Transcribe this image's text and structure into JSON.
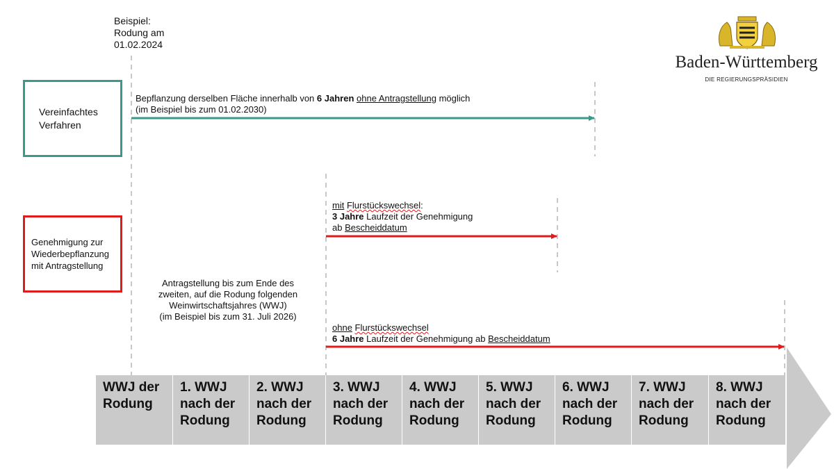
{
  "example": {
    "line1": "Beispiel:",
    "line2": "Rodung am",
    "line3": "01.02.2024"
  },
  "logo": {
    "name": "Baden-Württemberg",
    "subtitle": "DIE REGIERUNGSPRÄSIDIEN"
  },
  "simplified": {
    "box_line1": "Vereinfachtes",
    "box_line2": "Verfahren",
    "ann_pre": "Bepflanzung derselben Fläche innerhalb von ",
    "ann_bold": "6 Jahren",
    "ann_space": " ",
    "ann_ul": "ohne Antragstellung",
    "ann_post": " möglich",
    "ann_line2": "(im Beispiel bis zum 01.02.2030)"
  },
  "approval": {
    "box_line1": "Genehmigung zur",
    "box_line2": "Wiederbepflanzung",
    "box_line3": "mit Antragstellung",
    "deadline_line1": "Antragstellung bis zum Ende des",
    "deadline_line2": "zweiten, auf die Rodung folgenden",
    "deadline_line3": "Weinwirtschaftsjahres (WWJ)",
    "deadline_line4": "(im Beispiel bis zum 31. Juli 2026)",
    "with_change": {
      "l1_a": "mit",
      "l1_b": "Flurstückswechsel",
      "l1_c": ":",
      "l2_bold": "3 Jahre",
      "l2_rest": " Laufzeit der Genehmigung",
      "l3_a": "ab ",
      "l3_b": "Bescheiddatum"
    },
    "without_change": {
      "l1_a": "ohne",
      "l1_b": "Flurstückswechsel",
      "l2_bold": "6 Jahre",
      "l2_rest": " Laufzeit der Genehmigung ab ",
      "l2_ul": "Bescheiddatum"
    }
  },
  "timeline": [
    {
      "line1": "WWJ der",
      "line2": "Rodung",
      "line3": ""
    },
    {
      "line1": "1. WWJ",
      "line2": "nach der",
      "line3": "Rodung"
    },
    {
      "line1": "2. WWJ",
      "line2": "nach der",
      "line3": "Rodung"
    },
    {
      "line1": "3. WWJ",
      "line2": "nach der",
      "line3": "Rodung"
    },
    {
      "line1": "4. WWJ",
      "line2": "nach der",
      "line3": "Rodung"
    },
    {
      "line1": "5. WWJ",
      "line2": "nach der",
      "line3": "Rodung"
    },
    {
      "line1": "6. WWJ",
      "line2": "nach der",
      "line3": "Rodung"
    },
    {
      "line1": "7. WWJ",
      "line2": "nach der",
      "line3": "Rodung"
    },
    {
      "line1": "8. WWJ",
      "line2": "nach der",
      "line3": "Rodung"
    }
  ],
  "colors": {
    "teal": "#3a9a8a",
    "red": "#e01b1b",
    "grey_dash": "#c8c8c8",
    "timeline_grey": "#cacaca"
  }
}
